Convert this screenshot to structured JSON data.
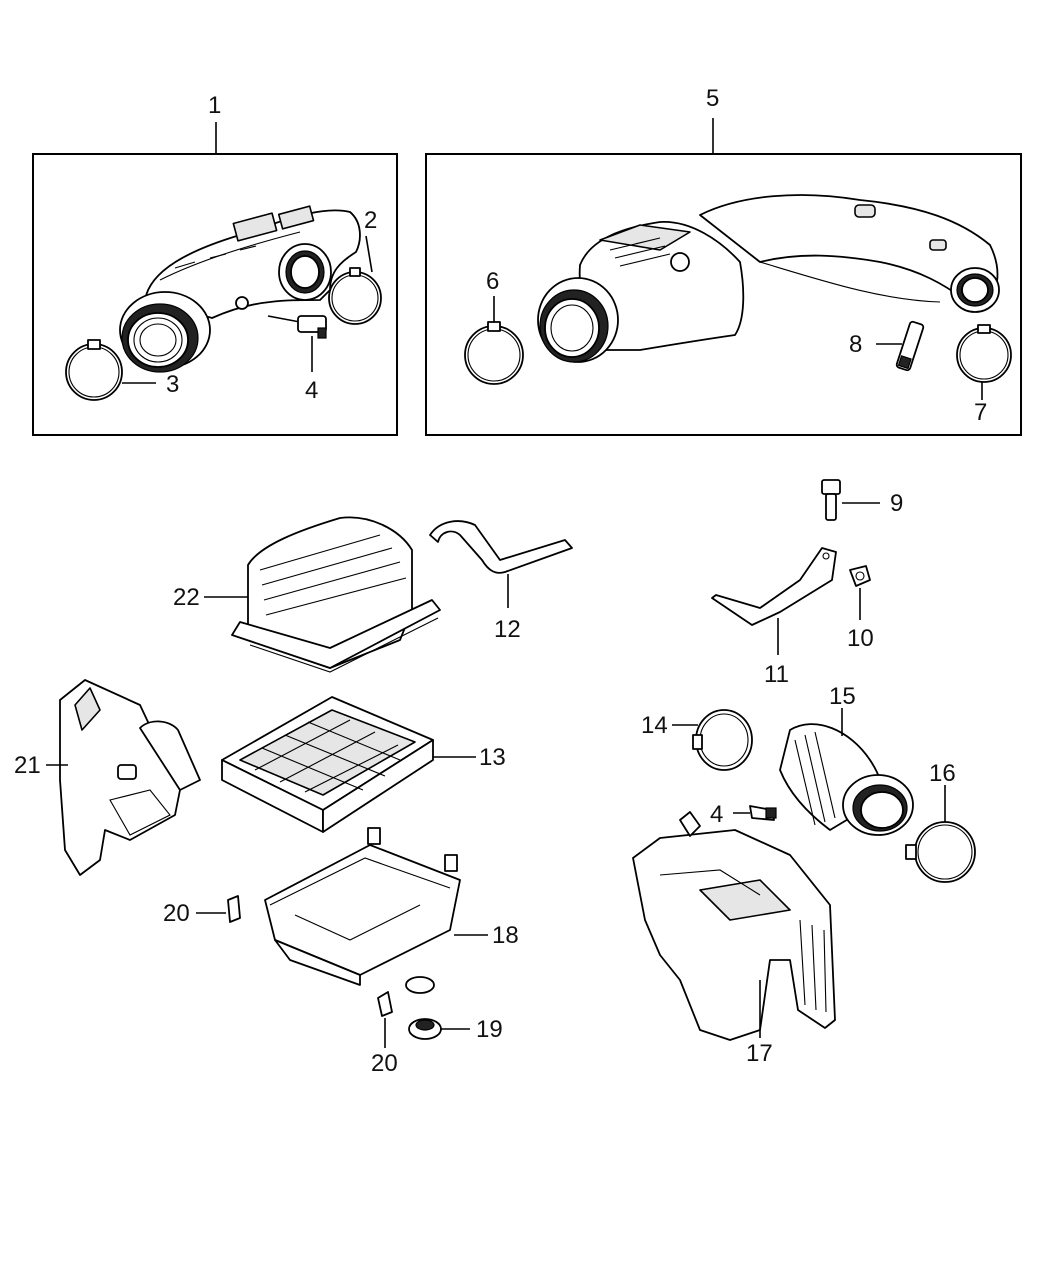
{
  "callouts": {
    "c1": "1",
    "c2": "2",
    "c3": "3",
    "c4a": "4",
    "c5": "5",
    "c6": "6",
    "c7": "7",
    "c8": "8",
    "c9": "9",
    "c10": "10",
    "c11": "11",
    "c12": "12",
    "c13": "13",
    "c14": "14",
    "c15": "15",
    "c16": "16",
    "c4b": "4",
    "c17": "17",
    "c18": "18",
    "c19": "19",
    "c20a": "20",
    "c20b": "20",
    "c21": "21",
    "c22": "22"
  }
}
